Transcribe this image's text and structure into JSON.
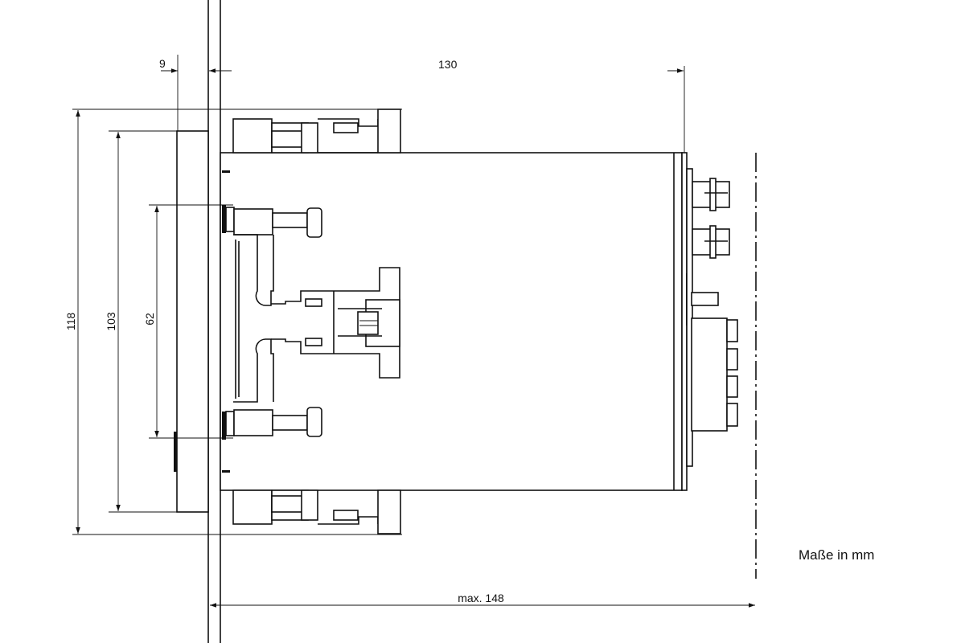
{
  "dimensions": {
    "bezel_depth": "9",
    "housing_depth": "130",
    "overall_height": "118",
    "bezel_height": "103",
    "screw_spacing": "62",
    "max_depth": "max. 148"
  },
  "units_note": "Maße in mm"
}
